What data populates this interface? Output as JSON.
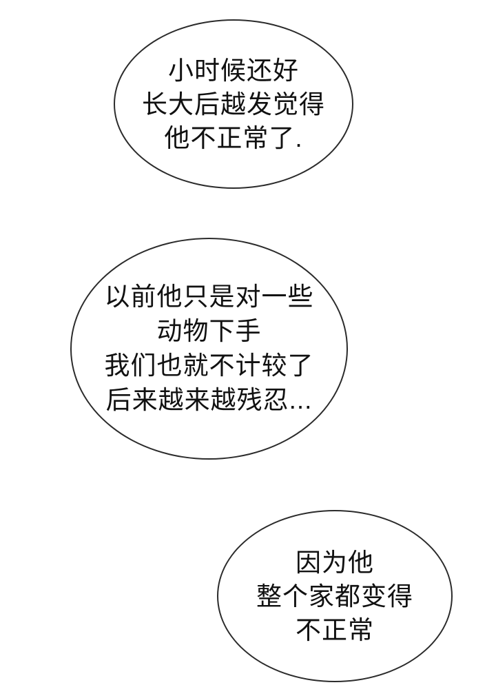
{
  "colors": {
    "background": "#ffffff",
    "bubble_outline": "#2b2b2b",
    "text": "#111111"
  },
  "bubbles": [
    {
      "lines": [
        "小时候还好",
        "长大后越发觉得",
        "他不正常了."
      ]
    },
    {
      "lines": [
        "以前他只是对一些",
        "动物下手",
        "我们也就不计较了",
        "后来越来越残忍..."
      ]
    },
    {
      "lines": [
        "因为他",
        "整个家都变得",
        "不正常"
      ]
    }
  ]
}
